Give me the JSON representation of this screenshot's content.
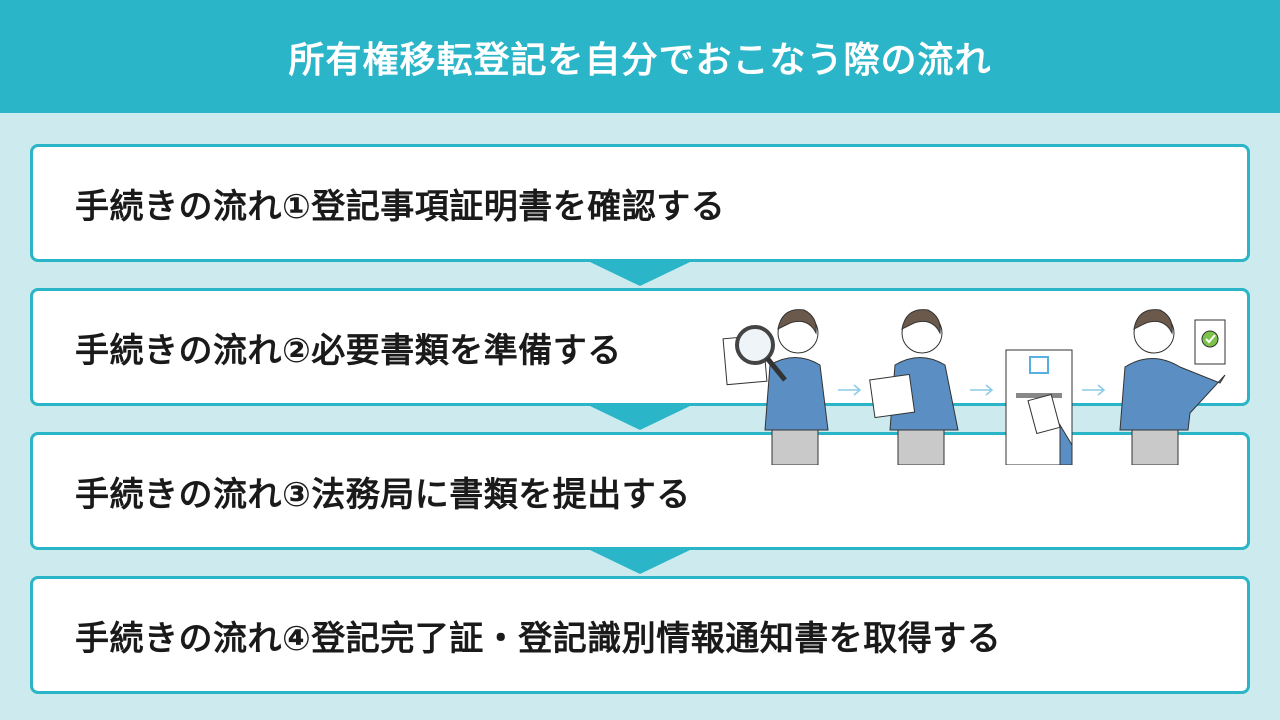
{
  "header": {
    "title": "所有権移転登記を自分でおこなう際の流れ"
  },
  "steps": [
    {
      "label": "手続きの流れ①登記事項証明書を確認する"
    },
    {
      "label": "手続きの流れ②必要書類を準備する"
    },
    {
      "label": "手続きの流れ③法務局に書類を提出する"
    },
    {
      "label": "手続きの流れ④登記完了証・登記識別情報通知書を取得する"
    }
  ],
  "colors": {
    "accent": "#2bb5c8",
    "background": "#cdebef",
    "hoodie": "#5b8fc4"
  },
  "illustration": {
    "icons": [
      "person-with-magnifier",
      "person-with-documents",
      "office-submission-slot",
      "person-with-approved-document"
    ]
  }
}
